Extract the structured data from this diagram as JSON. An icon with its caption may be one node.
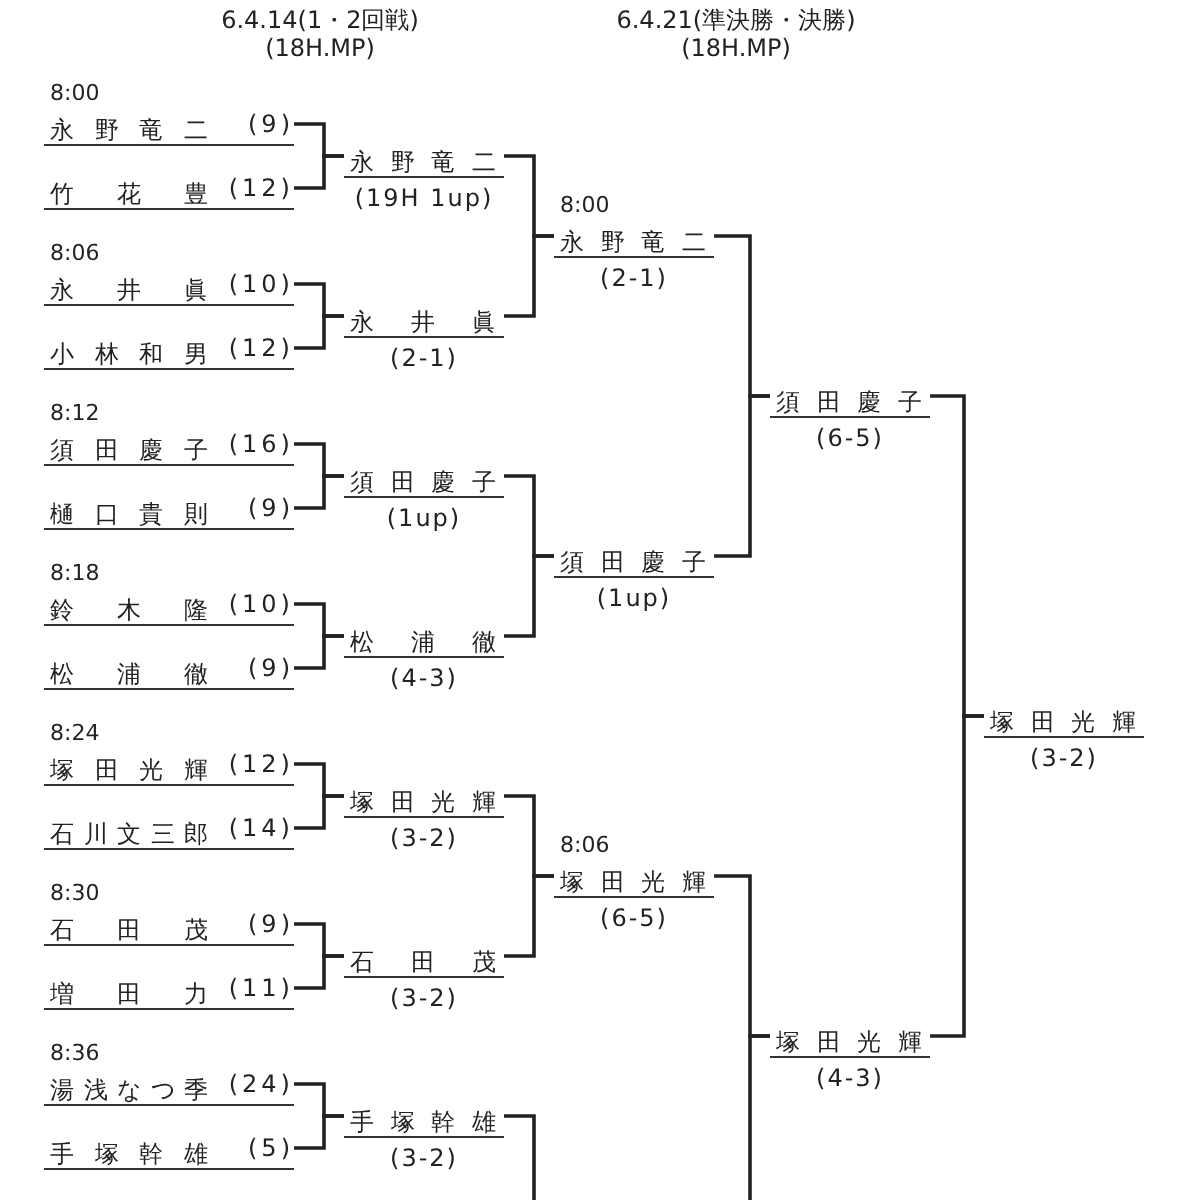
{
  "diagram": {
    "nodes": [
      {
        "text": [
          "永野竜二",
          "(9)"
        ],
        "beside": [
          "8:00"
        ]
      },
      {
        "text": [
          "竹花豊",
          "(12)"
        ]
      },
      {
        "text": [
          "永井眞",
          "(10)"
        ],
        "beside": [
          "8:06"
        ]
      },
      {
        "text": [
          "小林和男",
          "(12)"
        ]
      },
      {
        "text": [
          "須田慶子",
          "(16)"
        ],
        "beside": [
          "8:12"
        ]
      },
      {
        "text": [
          "樋口貴則",
          "(9)"
        ]
      },
      {
        "text": [
          "鈴木隆",
          "(10)"
        ],
        "beside": [
          "8:18"
        ]
      },
      {
        "text": [
          "松浦徹",
          "(9)"
        ]
      },
      {
        "text": [
          "塚田光輝",
          "(12)"
        ],
        "beside": [
          "8:24"
        ]
      },
      {
        "text": [
          "石川文三郎",
          "(14)"
        ]
      },
      {
        "text": [
          "石田茂",
          "(9)"
        ],
        "beside": [
          "8:30"
        ]
      },
      {
        "text": [
          "増田力",
          "(11)"
        ]
      },
      {
        "text": [
          "湯浅なつ季",
          "(24)"
        ],
        "beside": [
          "8:36"
        ]
      },
      {
        "text": [
          "手塚幹雄",
          "(5)"
        ]
      },
      {
        "text": [
          "永野竜二",
          "(19H 1up)"
        ]
      },
      {
        "text": [
          "永井眞",
          "(2-1)"
        ]
      },
      {
        "text": [
          "須田慶子",
          "(1up)"
        ]
      },
      {
        "text": [
          "松浦徹",
          "(4-3)"
        ]
      },
      {
        "text": [
          "塚田光輝",
          "(3-2)"
        ]
      },
      {
        "text": [
          "石田茂",
          "(3-2)"
        ]
      },
      {
        "text": [
          "手塚幹雄",
          "(3-2)"
        ]
      },
      {
        "text": [
          "永野竜二",
          "(2-1)"
        ],
        "beside": [
          "8:00"
        ]
      },
      {
        "text": [
          "須田慶子",
          "(1up)"
        ]
      },
      {
        "text": [
          "塚田光輝",
          "(6-5)"
        ],
        "beside": [
          "8:06"
        ]
      },
      {
        "text": [
          "須田慶子",
          "(6-5)"
        ]
      },
      {
        "text": [
          "塚田光輝",
          "(4-3)"
        ]
      },
      {
        "text": [
          "塚田光輝",
          "(3-2)"
        ]
      }
    ],
    "edges": [
      {
        "from": 0,
        "to": 14,
        "arrow": "none"
      },
      {
        "from": 1,
        "to": 14,
        "arrow": "none"
      },
      {
        "from": 2,
        "to": 15,
        "arrow": "none"
      },
      {
        "from": 3,
        "to": 15,
        "arrow": "none"
      },
      {
        "from": 4,
        "to": 16,
        "arrow": "none"
      },
      {
        "from": 5,
        "to": 16,
        "arrow": "none"
      },
      {
        "from": 6,
        "to": 17,
        "arrow": "none"
      },
      {
        "from": 7,
        "to": 17,
        "arrow": "none"
      },
      {
        "from": 8,
        "to": 18,
        "arrow": "none"
      },
      {
        "from": 9,
        "to": 18,
        "arrow": "none"
      },
      {
        "from": 10,
        "to": 19,
        "arrow": "none"
      },
      {
        "from": 11,
        "to": 19,
        "arrow": "none"
      },
      {
        "from": 12,
        "to": 20,
        "arrow": "none"
      },
      {
        "from": 13,
        "to": 20,
        "arrow": "none"
      },
      {
        "from": 14,
        "to": 21,
        "arrow": "none"
      },
      {
        "from": 15,
        "to": 21,
        "arrow": "none"
      },
      {
        "from": 16,
        "to": 22,
        "arrow": "none"
      },
      {
        "from": 17,
        "to": 22,
        "arrow": "none"
      },
      {
        "from": 18,
        "to": 23,
        "arrow": "none"
      },
      {
        "from": 19,
        "to": 23,
        "arrow": "none"
      },
      {
        "from": 20,
        "to": null,
        "arrow": "none"
      },
      {
        "from": 21,
        "to": 24,
        "arrow": "none"
      },
      {
        "from": 22,
        "to": 24,
        "arrow": "none"
      },
      {
        "from": 23,
        "to": 25,
        "arrow": "none"
      },
      {
        "from": null,
        "to": 25,
        "arrow": "none"
      },
      {
        "from": 24,
        "to": 26,
        "arrow": "none"
      },
      {
        "from": 25,
        "to": 26,
        "arrow": "none"
      }
    ],
    "labels": [
      "6.4.14(1・2回戦)",
      "(18H.MP)",
      "6.4.21(準決勝・決勝)",
      "(18H.MP)"
    ]
  }
}
